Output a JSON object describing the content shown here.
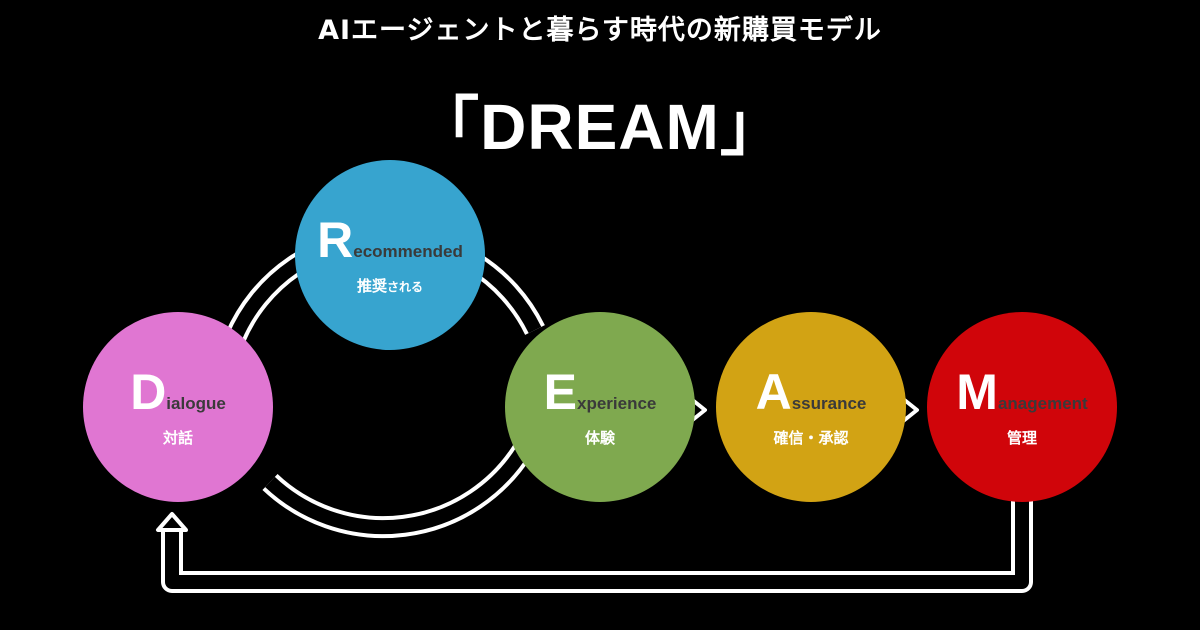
{
  "header": {
    "subtitle": "AIエージェントと暮らす時代の新購買モデル",
    "title": "「DREAM」"
  },
  "colors": {
    "background": "#000000",
    "dialogue": "#e076d2",
    "recommended": "#37a4cf",
    "experience": "#7fa94f",
    "assurance": "#d2a314",
    "management": "#d0050a",
    "arrow": "#ffffff"
  },
  "steps": [
    {
      "key": "dialogue",
      "initial": "D",
      "rest": "ialogue",
      "jp": "対話",
      "jp_suffix": ""
    },
    {
      "key": "recommended",
      "initial": "R",
      "rest": "ecommended",
      "jp": "推奨",
      "jp_suffix": "される"
    },
    {
      "key": "experience",
      "initial": "E",
      "rest": "xperience",
      "jp": "体験",
      "jp_suffix": ""
    },
    {
      "key": "assurance",
      "initial": "A",
      "rest": "ssurance",
      "jp": "確信・承認",
      "jp_suffix": ""
    },
    {
      "key": "management",
      "initial": "M",
      "rest": "anagement",
      "jp": "管理",
      "jp_suffix": ""
    }
  ]
}
